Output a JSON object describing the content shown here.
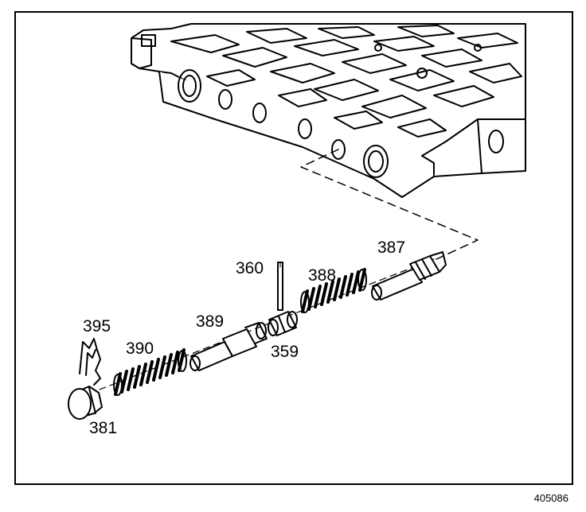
{
  "callouts": {
    "c387": "387",
    "c360": "360",
    "c388": "388",
    "c389": "389",
    "c359": "359",
    "c395": "395",
    "c390": "390",
    "c381": "381"
  },
  "figure_id": "405086",
  "colors": {
    "ink": "#000000",
    "paper": "#ffffff"
  }
}
